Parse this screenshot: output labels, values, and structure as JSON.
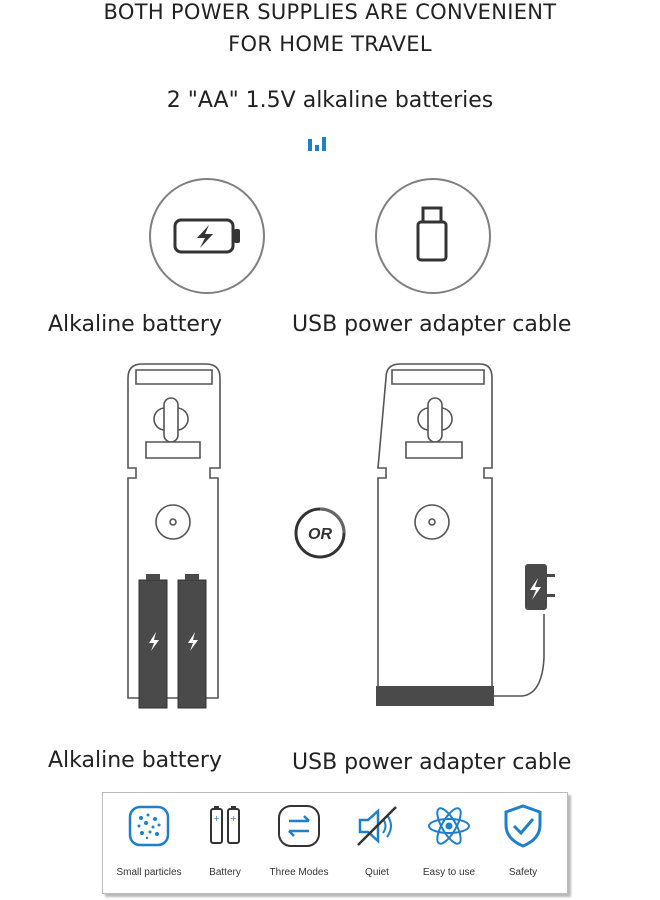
{
  "headline": {
    "line1": "BOTH POWER SUPPLIES ARE CONVENIENT",
    "line2": "FOR HOME TRAVEL"
  },
  "subline": "2 \"AA\" 1.5V alkaline batteries",
  "options": {
    "left": {
      "icon": "battery-icon",
      "top_label": "Alkaline battery",
      "bottom_label": "Alkaline battery"
    },
    "right": {
      "icon": "usb-plug-icon",
      "top_label": "USB power adapter cable",
      "bottom_label": "USB power adapter cable"
    }
  },
  "or_text": "OR",
  "features": [
    {
      "icon": "particles-icon",
      "label": "Small particles"
    },
    {
      "icon": "battery-pair-icon",
      "label": "Battery"
    },
    {
      "icon": "arrows-exchange-icon",
      "label": "Three Modes"
    },
    {
      "icon": "muted-speaker-icon",
      "label": "Quiet"
    },
    {
      "icon": "atom-icon",
      "label": "Easy to use"
    },
    {
      "icon": "shield-check-icon",
      "label": "Safety"
    }
  ],
  "colors": {
    "accent_blue": "#1f7fc8",
    "battery_gray": "#4a4a4a",
    "outline_gray": "#7f7f7f"
  }
}
